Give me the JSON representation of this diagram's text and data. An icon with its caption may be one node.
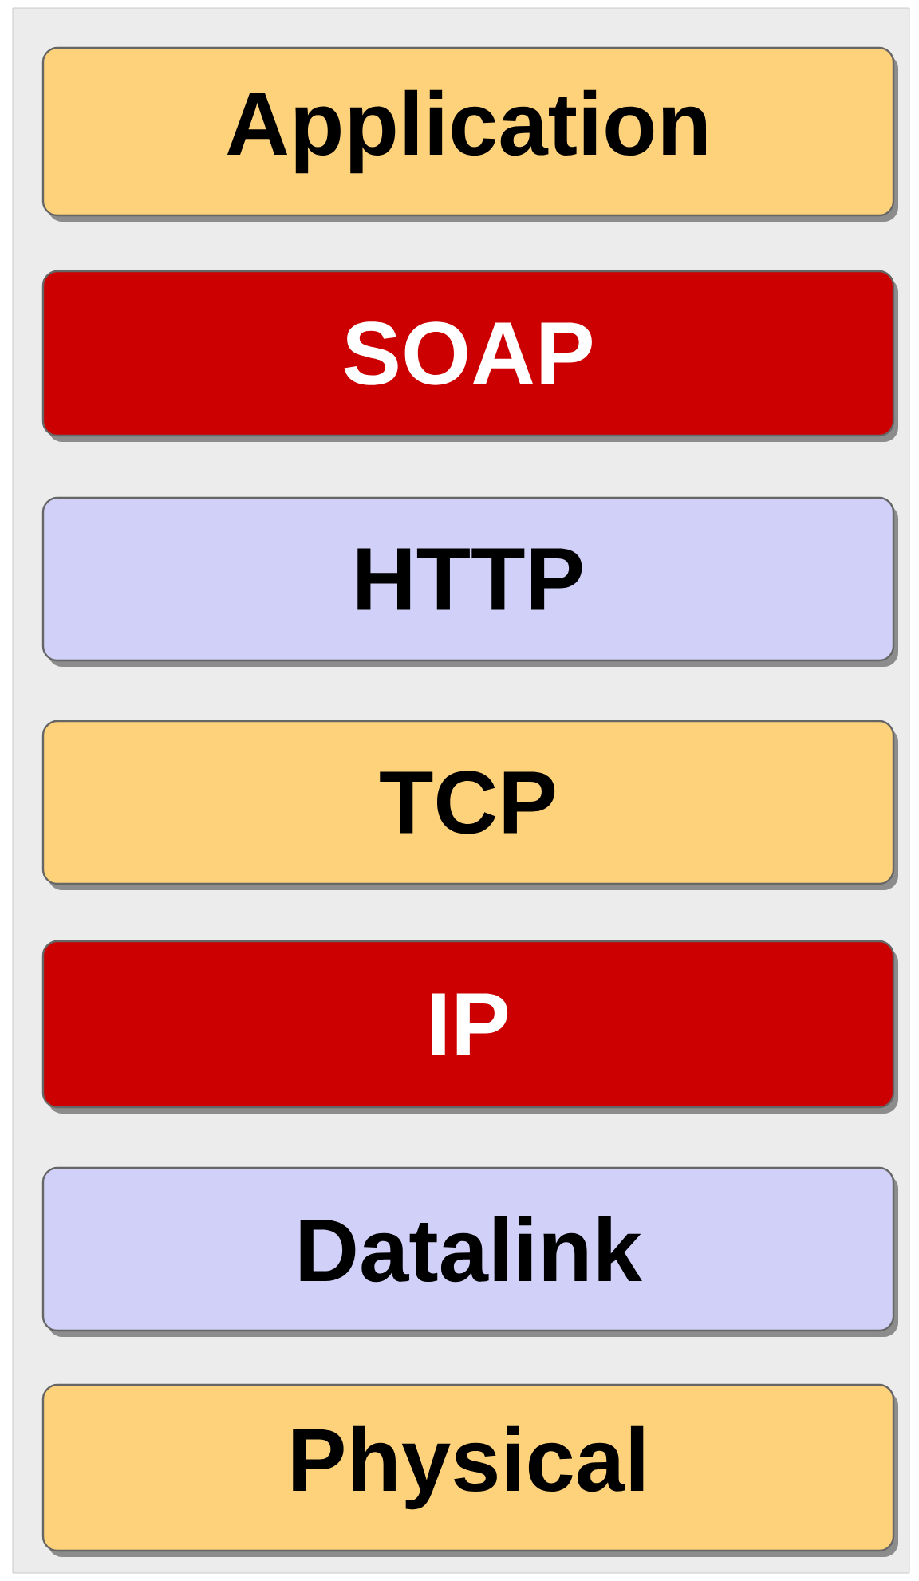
{
  "diagram": {
    "nodes": [
      {
        "text": [
          "Application"
        ]
      },
      {
        "text": [
          "SOAP"
        ]
      },
      {
        "text": [
          "HTTP"
        ]
      },
      {
        "text": [
          "TCP"
        ]
      },
      {
        "text": [
          "IP"
        ]
      },
      {
        "text": [
          "Datalink"
        ]
      },
      {
        "text": [
          "Physical"
        ]
      }
    ]
  }
}
